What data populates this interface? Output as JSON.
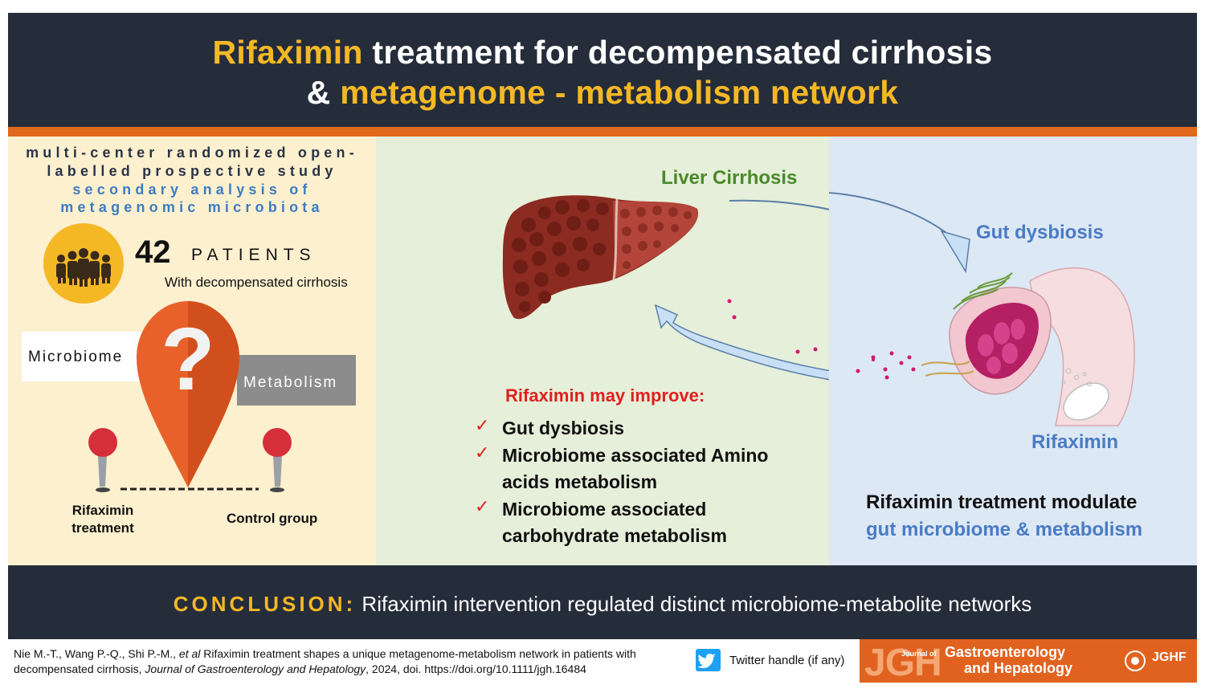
{
  "header": {
    "title_line1_hl": "Rifaximin",
    "title_line1_rest": " treatment for decompensated cirrhosis",
    "title_line2_amp": "& ",
    "title_line2_hl": "metagenome - metabolism network"
  },
  "left": {
    "study_line1": "multi-center randomized open-",
    "study_line2": "labelled prospective study",
    "study_line3": "secondary analysis of",
    "study_line4": "metagenomic microbiota",
    "patient_count": "42",
    "patients_label": "PATIENTS",
    "patients_sub": "With decompensated cirrhosis",
    "microbiome": "Microbiome",
    "metabolism": "Metabolism",
    "question": "?",
    "group1_line1": "Rifaximin",
    "group1_line2": "treatment",
    "group2": "Control group"
  },
  "middle": {
    "liver_label": "Liver Cirrhosis",
    "improve_title": "Rifaximin may improve:",
    "check": "✓",
    "item1": "Gut dysbiosis",
    "item2_line1": "Microbiome associated  Amino",
    "item2_line2": "acids metabolism",
    "item3_line1": "Microbiome associated",
    "item3_line2": "carbohydrate metabolism"
  },
  "right": {
    "gut_label": "Gut dysbiosis",
    "rifaximin_label": "Rifaximin",
    "modulate_line1": "Rifaximin treatment modulate",
    "modulate_line2": "gut microbiome &  metabolism"
  },
  "conclusion": {
    "label": "CONCLUSION:",
    "text": " Rifaximin intervention regulated distinct microbiome-metabolite networks"
  },
  "citation": {
    "authors": "Nie M.-T., Wang P.-Q., Shi P.-M., ",
    "etal": "et al",
    "title": " Rifaximin treatment shapes a unique metagenome-metabolism network in patients with decompensated cirrhosis, ",
    "journal": "Journal of Gastroenterology and Hepatology",
    "rest": ", 2024, doi. https://doi.org/10.1111/jgh.16484"
  },
  "footer": {
    "twitter": "Twitter handle (if any)",
    "jgh_letters": "JGH",
    "jgh_journal_of": "Journal of",
    "jgh_name1": "Gastroenterology",
    "jgh_name2": "and Hepatology",
    "jghf": "JGHF"
  },
  "colors": {
    "dark_navy": "#252d3a",
    "accent_yellow": "#f5b825",
    "accent_orange": "#e0691d",
    "pin_orange": "#e8612a",
    "green": "#4a8a2c",
    "blue": "#4a7bc4",
    "red": "#e02020"
  },
  "icons": [
    "people-group-icon",
    "location-pin-icon",
    "question-mark-icon",
    "push-pin-icon",
    "liver-illustration",
    "intestine-illustration",
    "curved-arrow-icon",
    "check-icon",
    "twitter-icon",
    "jghf-logo-icon"
  ]
}
